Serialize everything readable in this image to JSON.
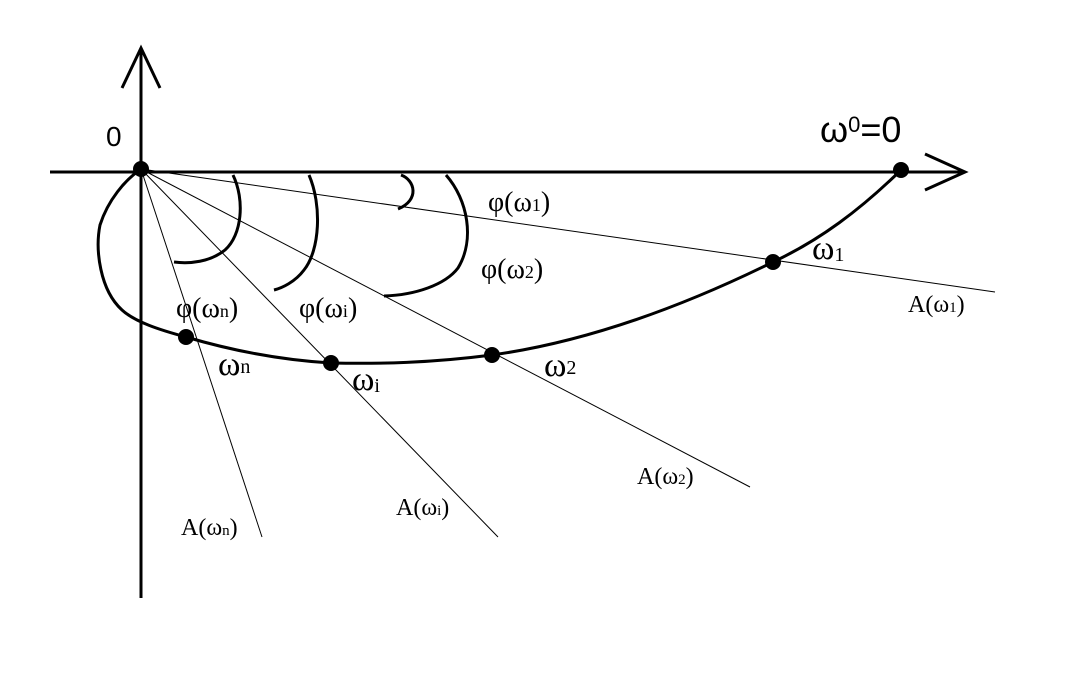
{
  "labels": {
    "origin": "0",
    "omega_zero": {
      "main": "ω",
      "sup": "0",
      "tail": "=0"
    },
    "omega_1": {
      "main": "ω",
      "sub": "1"
    },
    "omega_2": {
      "main": "ω",
      "sub": "2"
    },
    "omega_i": {
      "main": "ω",
      "sub": "i"
    },
    "omega_n": {
      "main": "ω",
      "sub": "n"
    },
    "phi_1": {
      "pre": "φ(ω",
      "sub": "1",
      "post": ")"
    },
    "phi_2": {
      "pre": "φ(ω",
      "sub": "2",
      "post": ")"
    },
    "phi_i": {
      "pre": "φ(ω",
      "sub": "i",
      "post": ")"
    },
    "phi_n": {
      "pre": "φ(ω",
      "sub": "n",
      "post": ")"
    },
    "amp_1": {
      "pre": "A(ω",
      "sub": "1",
      "post": ")"
    },
    "amp_2": {
      "pre": "A(ω",
      "sub": "2",
      "post": ")"
    },
    "amp_i": {
      "pre": "A(ω",
      "sub": "i",
      "post": ")"
    },
    "amp_n": {
      "pre": "A(ω",
      "sub": "n",
      "post": ")"
    }
  }
}
